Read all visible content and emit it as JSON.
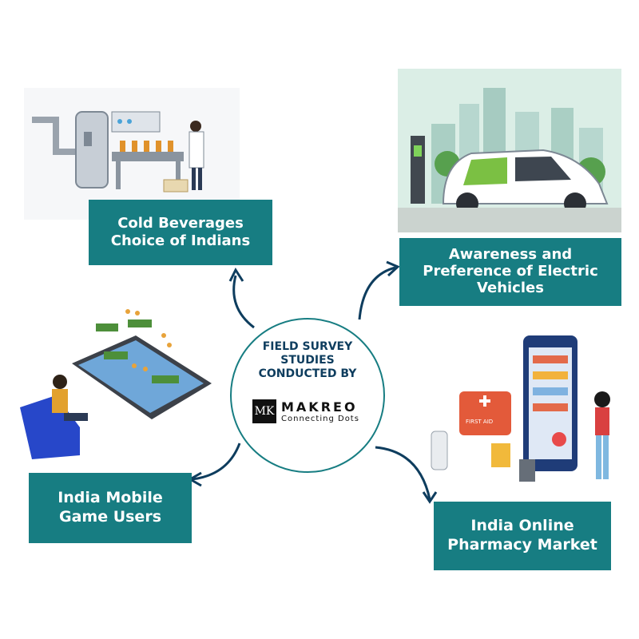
{
  "center": {
    "title_lines": [
      "FIELD SURVEY",
      "STUDIES",
      "CONDUCTED BY"
    ],
    "logo_mark": "MK",
    "logo_name": "MAKREO",
    "logo_tagline": "Connecting Dots"
  },
  "studies": [
    {
      "lines": [
        "Cold Beverages",
        "Choice of Indians"
      ]
    },
    {
      "lines": [
        "Awareness and",
        "Preference of Electric",
        "Vehicles"
      ]
    },
    {
      "lines": [
        "India Mobile",
        "Game Users"
      ]
    },
    {
      "lines": [
        "India Online",
        "Pharmacy Market"
      ]
    }
  ],
  "illustrations": {
    "pharmacy_kit_label": "FIRST AID"
  },
  "colors": {
    "teal": "#177d82",
    "navy": "#0e3d5e",
    "white": "#ffffff"
  }
}
